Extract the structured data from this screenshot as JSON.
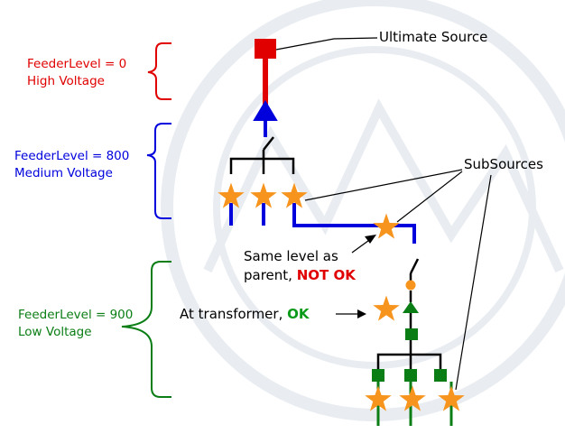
{
  "colors": {
    "high": "#e00000",
    "medium": "#0000dd",
    "low": "#0a7d14",
    "star": "#f7941d",
    "line_black": "#000000",
    "watermark": "#eaeef2"
  },
  "levels": [
    {
      "id": "high",
      "level_text": "FeederLevel = 0",
      "voltage_text": "High Voltage"
    },
    {
      "id": "medium",
      "level_text": "FeederLevel = 800",
      "voltage_text": "Medium Voltage"
    },
    {
      "id": "low",
      "level_text": "FeederLevel = 900",
      "voltage_text": "Low Voltage"
    }
  ],
  "callouts": {
    "ultimate_source": "Ultimate Source",
    "subsources": "SubSources",
    "same_level_line1": "Same level as",
    "same_level_line2_prefix": "parent,",
    "same_level_line2_status": "NOT OK",
    "transformer_prefix": "At transformer,",
    "transformer_status": "OK"
  },
  "icons": {
    "source": "square-source-icon",
    "transformer": "triangle-transformer-icon",
    "switch": "open-switch-icon",
    "subsource": "star-subsource-icon",
    "fuse": "circle-fuse-icon",
    "arrow": "arrow-icon"
  }
}
